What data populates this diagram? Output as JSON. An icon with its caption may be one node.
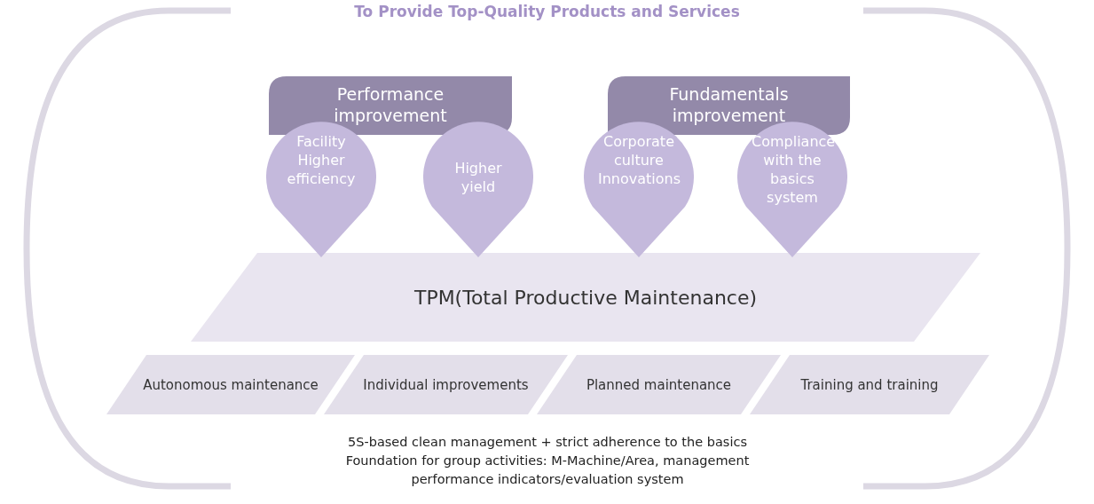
{
  "diagram": {
    "title": "To Provide Top-Quality Products and Services",
    "nodes": [
      {
        "text": [
          "Performance improvement"
        ]
      },
      {
        "text": [
          "Fundamentals improvement"
        ]
      },
      {
        "text": [
          "Facility Higher efficiency"
        ]
      },
      {
        "text": [
          "Higher yield"
        ]
      },
      {
        "text": [
          "Corporate culture Innovations"
        ]
      },
      {
        "text": [
          "Compliance with the basics system"
        ]
      },
      {
        "text": [
          "TPM(Total Productive Maintenance)"
        ]
      },
      {
        "text": [
          "Autonomous maintenance"
        ]
      },
      {
        "text": [
          "Individual improvements"
        ]
      },
      {
        "text": [
          "Planned maintenance"
        ]
      },
      {
        "text": [
          "Training and training"
        ]
      }
    ],
    "edges": [],
    "labels": [
      "5S-based clean management + strict adherence to the basics",
      "Foundation for group activities: M-Machine/Area, management performance indicators/evaluation system"
    ]
  }
}
